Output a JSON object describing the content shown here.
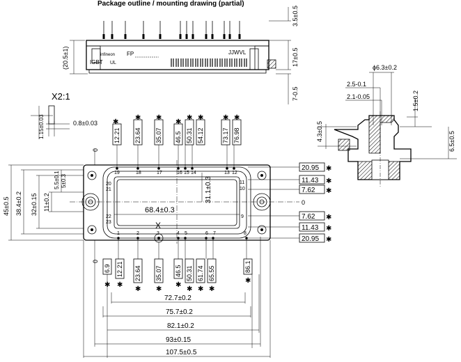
{
  "header": {
    "title": "Package outline / mounting drawing (partial)"
  },
  "side_view": {
    "labels": {
      "brand": "infineon",
      "type": "IGBT",
      "fp": "FP",
      "code": "JJWVL",
      "ul": "UL"
    },
    "dims": {
      "height_total": "(20.5±1)",
      "pin_top": "3.5±0.5",
      "body": "17±0.5",
      "bottom": "7-0.5"
    }
  },
  "detail_x": {
    "title": "X2:1",
    "pin_width": "0.8±0.03",
    "pin_height": "1.15±0.03"
  },
  "section_view": {
    "d1": "ϕ6.3±0.2",
    "d2": "2.5-0.1",
    "d3": "2.1-0.05",
    "d4": "1.5±0.2",
    "d5": "4.3±0.5",
    "d6": "6.5±0.5"
  },
  "top_view": {
    "center_x": "68.4±0.3",
    "center_y": "31.1±0.3",
    "left_dims": [
      "45±0.5",
      "38.4±0.2",
      "32±0.15",
      "11±0.2",
      "5.5±0.1",
      "5±0.3"
    ],
    "pin_numbers_top": [
      "19",
      "18",
      "17",
      "16",
      "15",
      "14",
      "13",
      "12"
    ],
    "pin_numbers_bottom": [
      "1",
      "2",
      "3",
      "4",
      "5",
      "6",
      "7",
      "8"
    ],
    "pin_numbers_right": [
      "11",
      "10",
      "9"
    ],
    "pin_numbers_left": [
      "20",
      "21",
      "22",
      "23"
    ],
    "top_dims": [
      "12.21",
      "23.64",
      "35.07",
      "46.5",
      "50.31",
      "54.12",
      "73.17",
      "76.98"
    ],
    "bottom_dims": [
      "6.9",
      "12.21",
      "23.64",
      "35.07",
      "46.5",
      "50.31",
      "61.74",
      "65.55",
      "86.1"
    ],
    "right_dims_top": [
      "20.95",
      "11.43",
      "7.62"
    ],
    "right_dims_bottom": [
      "7.62",
      "11.43",
      "20.95"
    ],
    "zero": "0",
    "star": "✱",
    "x_mark": "X"
  },
  "bottom_dims": [
    "72.7±0.2",
    "75.7±0.2",
    "82.1±0.2",
    "93±0.15",
    "107.5±0.5"
  ]
}
